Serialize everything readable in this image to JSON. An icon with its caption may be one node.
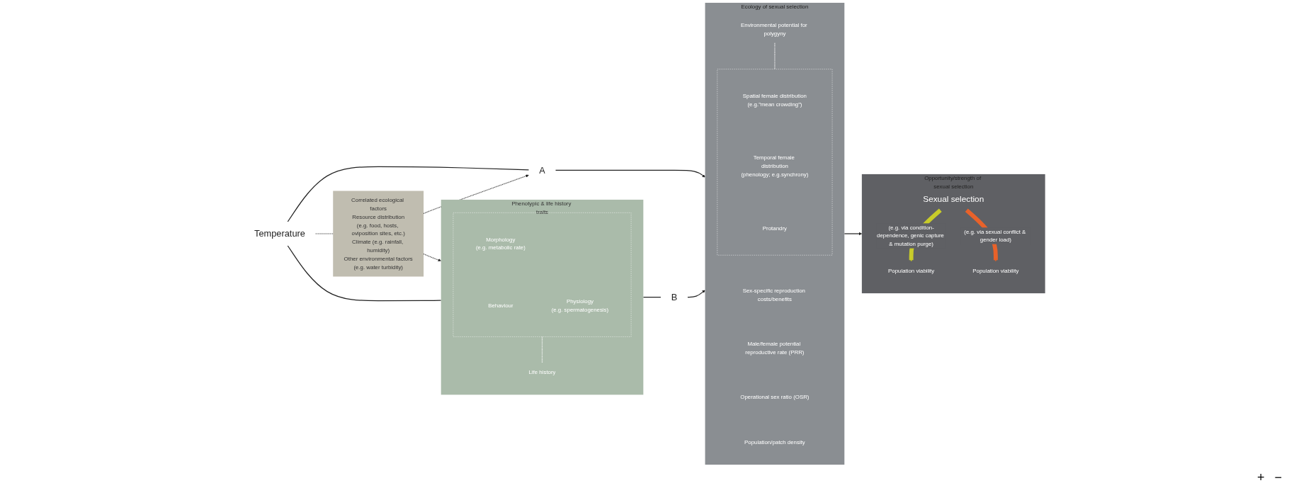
{
  "diagram": {
    "nodes": [
      {
        "text": [
          "Temperature"
        ]
      },
      {
        "text": [
          "A"
        ]
      },
      {
        "text": [
          "B"
        ]
      },
      {
        "text": [
          "Correlated ecological factors",
          "Resource distribution",
          "(e.g. food, hosts, oviposition sites, etc.)",
          "Climate (e.g. rainfall, humidity)",
          "Other environmental factors",
          "(e.g. water turbidity)"
        ]
      },
      {
        "text": [
          "Phenotypic & life history traits"
        ]
      },
      {
        "text": [],
        "shape": "box",
        "in": 4
      },
      {
        "text": [
          "Morphology",
          "(e.g. metabolic rate)"
        ],
        "in": 5
      },
      {
        "text": [
          "Physiology",
          "(e.g. spermatogenesis)"
        ],
        "in": 5
      },
      {
        "text": [
          "Behaviour"
        ],
        "in": 5
      },
      {
        "text": [
          "Life history"
        ],
        "in": 4
      },
      {
        "text": [
          "Ecology of sexual selection"
        ]
      },
      {
        "text": [
          "Environmental potential for polygyny"
        ],
        "in": 10
      },
      {
        "text": [],
        "shape": "box",
        "in": 10
      },
      {
        "text": [
          "Spatial female distribution",
          "(e.g.”mean crowding”)"
        ],
        "in": 12
      },
      {
        "text": [
          "Temporal female distribution",
          "(phenology; e.g.synchrony)"
        ],
        "in": 12
      },
      {
        "text": [
          "Protandry"
        ],
        "in": 12
      },
      {
        "text": [
          "Sex-specific reproduction costs/benefits"
        ],
        "in": 10
      },
      {
        "text": [
          "Male/female potential reproductive rate (PRR)"
        ],
        "in": 10
      },
      {
        "text": [
          "Operational sex ratio (OSR)"
        ],
        "in": 10
      },
      {
        "text": [
          "Population/patch density"
        ],
        "in": 10
      },
      {
        "text": [
          "Opportunity/strength of sexual selection"
        ]
      },
      {
        "text": [
          "Population viability"
        ],
        "in": 20
      },
      {
        "text": [
          "Sexual selection"
        ],
        "in": 20
      },
      {
        "text": [
          "Population viability"
        ],
        "in": 20
      }
    ],
    "edges": [
      {
        "from": 0,
        "to": 1,
        "arrow": "none"
      },
      {
        "from": 0,
        "to": 3,
        "arrow": "none",
        "style": "dashed"
      },
      {
        "from": 0,
        "to": 4,
        "arrow": "none"
      },
      {
        "from": 4,
        "to": 2,
        "arrow": "none"
      },
      {
        "from": 3,
        "to": 1,
        "arrow": "to",
        "style": "dashed"
      },
      {
        "from": 3,
        "to": 4,
        "arrow": "to",
        "style": "dashed"
      },
      {
        "from": 5,
        "to": 9,
        "arrow": "none",
        "style": "dashed",
        "color": "#ffffff"
      },
      {
        "from": 1,
        "to": 10,
        "arrow": "to"
      },
      {
        "from": 2,
        "to": 10,
        "arrow": "to"
      },
      {
        "from": 11,
        "to": 12,
        "arrow": "none",
        "style": "dashed",
        "color": "#ffffff"
      },
      {
        "from": 10,
        "to": 20,
        "arrow": "to"
      },
      {
        "from": 22,
        "to": 21,
        "arrow": "to",
        "style": "thick",
        "color": "#c8cc2a",
        "label": "(e.g. via condition-dependence, genic capture & mutation purge)"
      },
      {
        "from": 22,
        "to": 23,
        "arrow": "to",
        "style": "thick",
        "color": "#e8622a",
        "label": "(e.g. via sexual conflict & gender load)"
      }
    ],
    "labels": [
      "+",
      "−"
    ]
  }
}
